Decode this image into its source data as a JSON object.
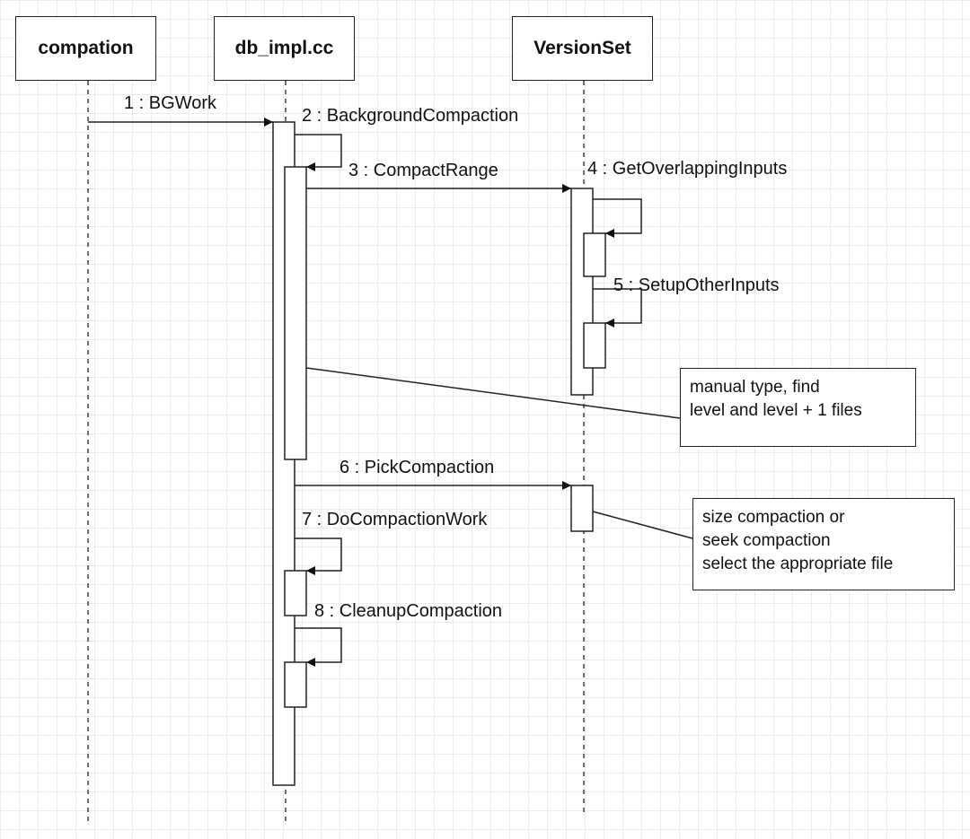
{
  "lifelines": [
    {
      "id": "compation",
      "label": "compation"
    },
    {
      "id": "db_impl",
      "label": "db_impl.cc"
    },
    {
      "id": "versionset",
      "label": "VersionSet"
    }
  ],
  "messages": [
    {
      "id": "m1",
      "label": "1 : BGWork",
      "from": "compation",
      "to": "db_impl"
    },
    {
      "id": "m2",
      "label": "2 : BackgroundCompaction",
      "from": "db_impl",
      "to": "db_impl"
    },
    {
      "id": "m3",
      "label": "3 : CompactRange",
      "from": "db_impl",
      "to": "versionset"
    },
    {
      "id": "m4",
      "label": "4 : GetOverlappingInputs",
      "from": "versionset",
      "to": "versionset"
    },
    {
      "id": "m5",
      "label": "5 : SetupOtherInputs",
      "from": "versionset",
      "to": "versionset"
    },
    {
      "id": "m6",
      "label": "6 : PickCompaction",
      "from": "db_impl",
      "to": "versionset"
    },
    {
      "id": "m7",
      "label": "7 : DoCompactionWork",
      "from": "db_impl",
      "to": "db_impl"
    },
    {
      "id": "m8",
      "label": "8 : CleanupCompaction",
      "from": "db_impl",
      "to": "db_impl"
    }
  ],
  "notes": [
    {
      "id": "note-manual",
      "lines": [
        "manual type,  find",
        "level and level + 1 files"
      ]
    },
    {
      "id": "note-auto",
      "lines": [
        "size compaction or",
        "seek compaction",
        "select the appropriate file"
      ]
    }
  ]
}
